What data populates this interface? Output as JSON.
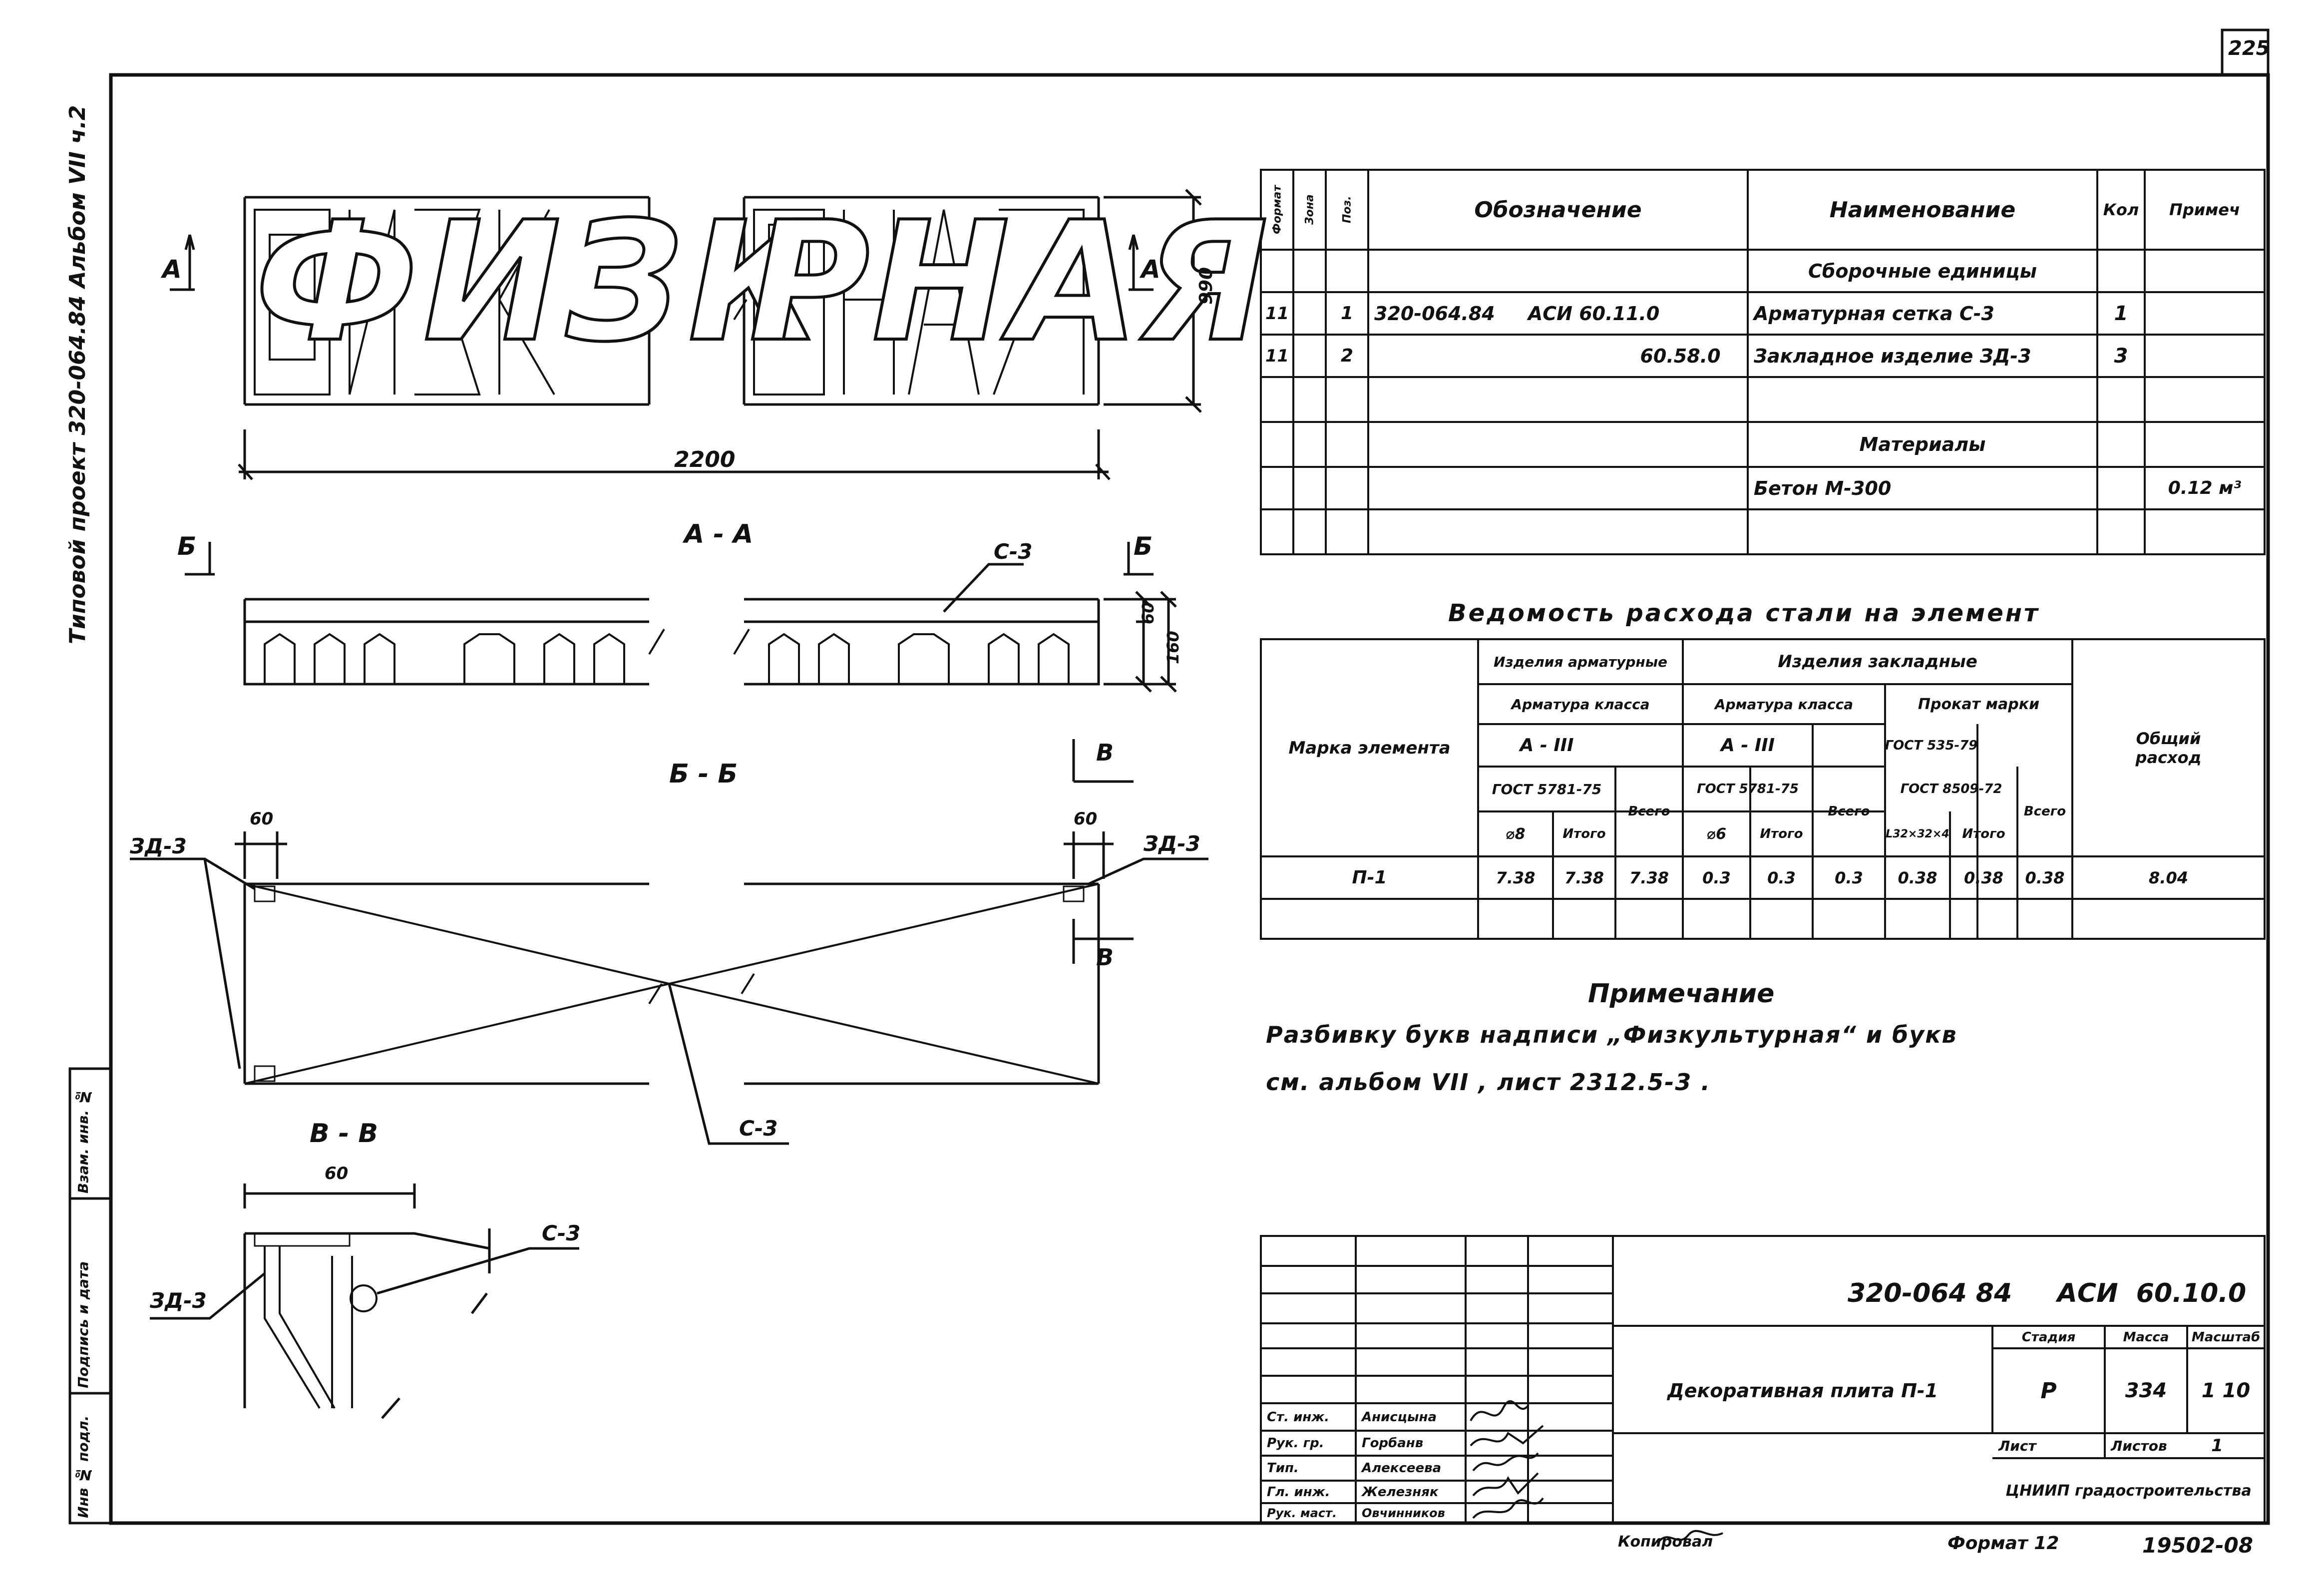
{
  "sheet_number": "225",
  "side_project_label": "Типовой проект 320-064.84 Альбом VII ч.2",
  "left_stamp_labels": [
    "Инв № подл.",
    "Подпись и дата",
    "Взам. инв. №"
  ],
  "elevation": {
    "letters_left": "ФИЗК",
    "letters_right": "РНАЯ",
    "section_mark_a": "А",
    "width_dim": "2200",
    "height_dim": "990"
  },
  "section_aa": {
    "title": "А - А",
    "mark_b": "Б",
    "leader_label": "С-3",
    "dim_small": "60",
    "dim_total": "160"
  },
  "section_bb": {
    "title": "Б - Б",
    "mark_v": "В",
    "left_part": "ЗД-3",
    "right_part": "ЗД-3",
    "dim_left": "60",
    "dim_right": "60",
    "mesh_label": "С-3"
  },
  "section_vv": {
    "title": "В - В",
    "dim": "60",
    "part_label": "ЗД-3",
    "mesh_label": "С-3"
  },
  "spec_table": {
    "headers": [
      "Формат",
      "Зона",
      "Поз.",
      "Обозначение",
      "Наименование",
      "Кол",
      "Примеч"
    ],
    "rows": [
      {
        "fmt": "",
        "zone": "",
        "pos": "",
        "designation": "",
        "name": "Сборочные единицы",
        "qty": "",
        "note": ""
      },
      {
        "fmt": "11",
        "zone": "",
        "pos": "1",
        "designation": "320-064.84     АСИ 60.11.0",
        "name": "Арматурная сетка С-3",
        "qty": "1",
        "note": ""
      },
      {
        "fmt": "11",
        "zone": "",
        "pos": "2",
        "designation": "60.58.0",
        "name": "Закладное изделие ЗД-3",
        "qty": "3",
        "note": ""
      },
      {
        "fmt": "",
        "zone": "",
        "pos": "",
        "designation": "",
        "name": "",
        "qty": "",
        "note": ""
      },
      {
        "fmt": "",
        "zone": "",
        "pos": "",
        "designation": "",
        "name": "Материалы",
        "qty": "",
        "note": ""
      },
      {
        "fmt": "",
        "zone": "",
        "pos": "",
        "designation": "",
        "name": "Бетон М-300",
        "qty": "",
        "note": "0.12 м³"
      },
      {
        "fmt": "",
        "zone": "",
        "pos": "",
        "designation": "",
        "name": "",
        "qty": "",
        "note": ""
      }
    ]
  },
  "steel_table": {
    "title": "Ведомость расхода стали на элемент",
    "h_mark": "Марка элемента",
    "h_reinf_items": "Изделия арматурные",
    "h_embed_items": "Изделия закладные",
    "h_rebar_class": "Арматура класса",
    "h_rebar_class2": "Арматура класса",
    "h_rolled": "Прокат марки",
    "h_total_use": "Общий расход",
    "h_a3": "А - III",
    "h_a3b": "А - III",
    "h_gost_rolled": "ГОСТ 535-79",
    "h_gost1": "ГОСТ 5781-75",
    "h_gost2": "ГОСТ 5781-75",
    "h_gost3": "ГОСТ 8509-72",
    "h_vsego1": "Всего",
    "h_vsego2": "Всего",
    "h_vsego3": "Всего",
    "h_d8": "⌀8",
    "h_itogo1": "Итого",
    "h_d6": "⌀6",
    "h_itogo2": "Итого",
    "h_angle": "L32×32×4",
    "h_itogo3": "Итого",
    "row": [
      "П-1",
      "7.38",
      "7.38",
      "7.38",
      "0.3",
      "0.3",
      "0.3",
      "0.38",
      "0.38",
      "0.38",
      "8.04"
    ]
  },
  "note": {
    "title": "Примечание",
    "line1": "Разбивку букв надписи „Физкультурная“ и букв",
    "line2": "см. альбом VII , лист 2312.5-3 ."
  },
  "title_block": {
    "code": "320-064 84     АСИ  60.10.0",
    "name": "Декоративная плита П-1",
    "stage_h": "Стадия",
    "mass_h": "Масса",
    "scale_h": "Масштаб",
    "stage": "Р",
    "mass": "334",
    "scale": "1 10",
    "sheet_h": "Лист",
    "sheets_h": "Листов",
    "sheets": "1",
    "org": "ЦНИИП градостроительства",
    "people": [
      {
        "role": "Ст. инж.",
        "name": "Анисцына"
      },
      {
        "role": "Рук. гр.",
        "name": "Горбанв"
      },
      {
        "role": "Тип.",
        "name": "Алексеева"
      },
      {
        "role": "Гл. инж.",
        "name": "Железняк"
      },
      {
        "role": "Рук. маст.",
        "name": "Овчинников"
      }
    ]
  },
  "footer": {
    "copied": "Копировал",
    "format": "Формат 12",
    "doc_no": "19502-08"
  }
}
